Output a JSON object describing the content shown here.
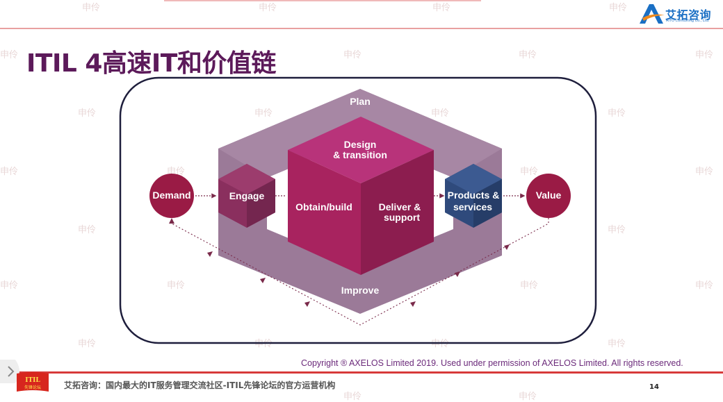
{
  "header": {
    "logo_text": "艾拓咨询",
    "logo_sub": "AITO Consulting Co., Ltd."
  },
  "slide": {
    "title": "ITIL 4高速IT和价值链"
  },
  "diagram": {
    "demand": "Demand",
    "engage": "Engage",
    "plan": "Plan",
    "design_1": "Design",
    "design_2": "& transition",
    "obtain": "Obtain/build",
    "deliver_1": "Deliver &",
    "deliver_2": "support",
    "improve": "Improve",
    "products_1": "Products &",
    "products_2": "services",
    "value": "Value"
  },
  "colors": {
    "title": "#5c1a5a",
    "frame": "#1e1e3c",
    "outer_band": "#9b7a98",
    "cube_front": "#a8235f",
    "cube_right": "#8c1d4f",
    "cube_top": "#b8337a",
    "engage_cube": "#8a2f5e",
    "products_cube": "#2f4a7c",
    "circle": "#9a1b45",
    "accent_red": "#d73a3a"
  },
  "watermark": "申伶",
  "footer": {
    "copyright": "Copyright ® AXELOS Limited 2019. Used under permission of AXELOS Limited. All rights reserved.",
    "text": "艾拓咨询：国内最大的IT服务管理交流社区-ITIL先锋论坛的官方运营机构",
    "page": "14"
  }
}
